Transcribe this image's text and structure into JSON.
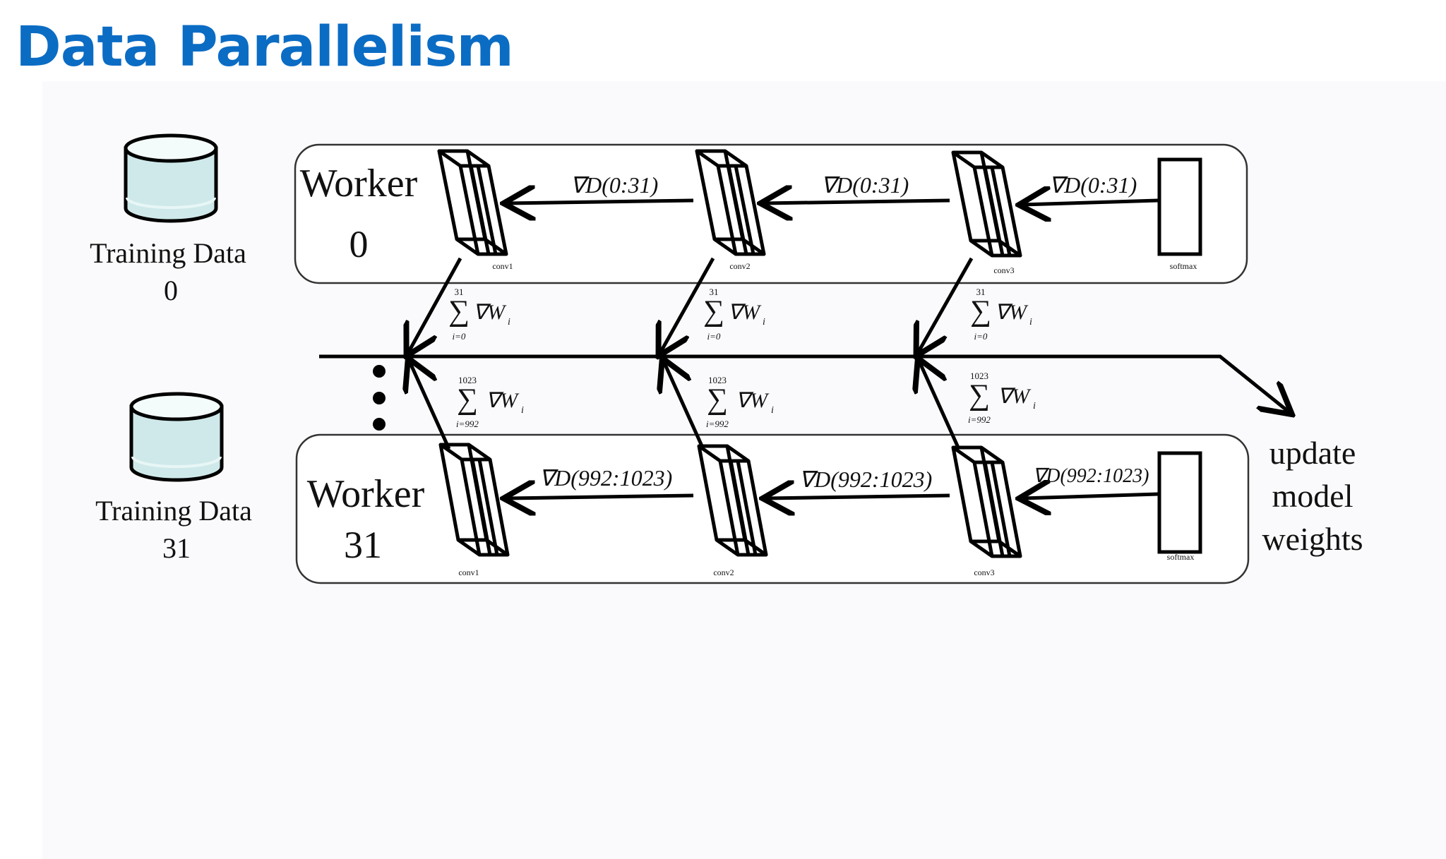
{
  "title": "Data Parallelism",
  "colors": {
    "title": "#0b6cc4",
    "cylinder_fill": "#cfe9ea",
    "panel_bg": "#fafafd"
  },
  "data_sources": [
    {
      "label": "Training Data",
      "index": "0"
    },
    {
      "label": "Training Data",
      "index": "31"
    }
  ],
  "workers": [
    {
      "name": "Worker",
      "index": "0",
      "layers": [
        "conv1",
        "conv2",
        "conv3",
        "softmax"
      ],
      "gradient_labels": [
        "∇D(0:31)",
        "∇D(0:31)",
        "∇D(0:31)"
      ],
      "sum": {
        "upper": "31",
        "lower": "i=0"
      }
    },
    {
      "name": "Worker",
      "index": "31",
      "layers": [
        "conv1",
        "conv2",
        "conv3",
        "softmax"
      ],
      "gradient_labels": [
        "∇D(992:1023)",
        "∇D(992:1023)",
        "∇D(992:1023)"
      ],
      "sum": {
        "upper": "1023",
        "lower": "i=992"
      }
    }
  ],
  "sum_symbol": "∑",
  "sum_term": "∇W",
  "sum_subscript": "i",
  "output": {
    "line1": "update",
    "line2": "model",
    "line3": "weights"
  }
}
